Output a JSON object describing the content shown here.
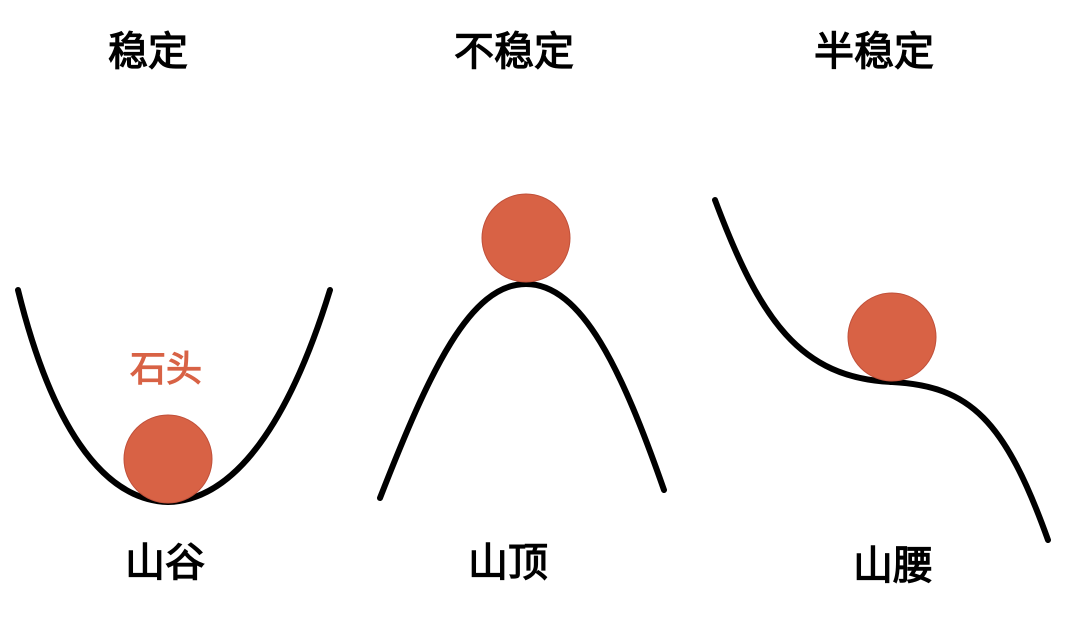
{
  "panels": [
    {
      "title": "稳定",
      "caption": "山谷"
    },
    {
      "title": "不稳定",
      "caption": "山顶"
    },
    {
      "title": "半稳定",
      "caption": "山腰"
    }
  ],
  "stone_label": "石头",
  "colors": {
    "ball": "#d86245",
    "ball_stroke": "#c0503a",
    "curve": "#000000",
    "label": "#d86245"
  }
}
